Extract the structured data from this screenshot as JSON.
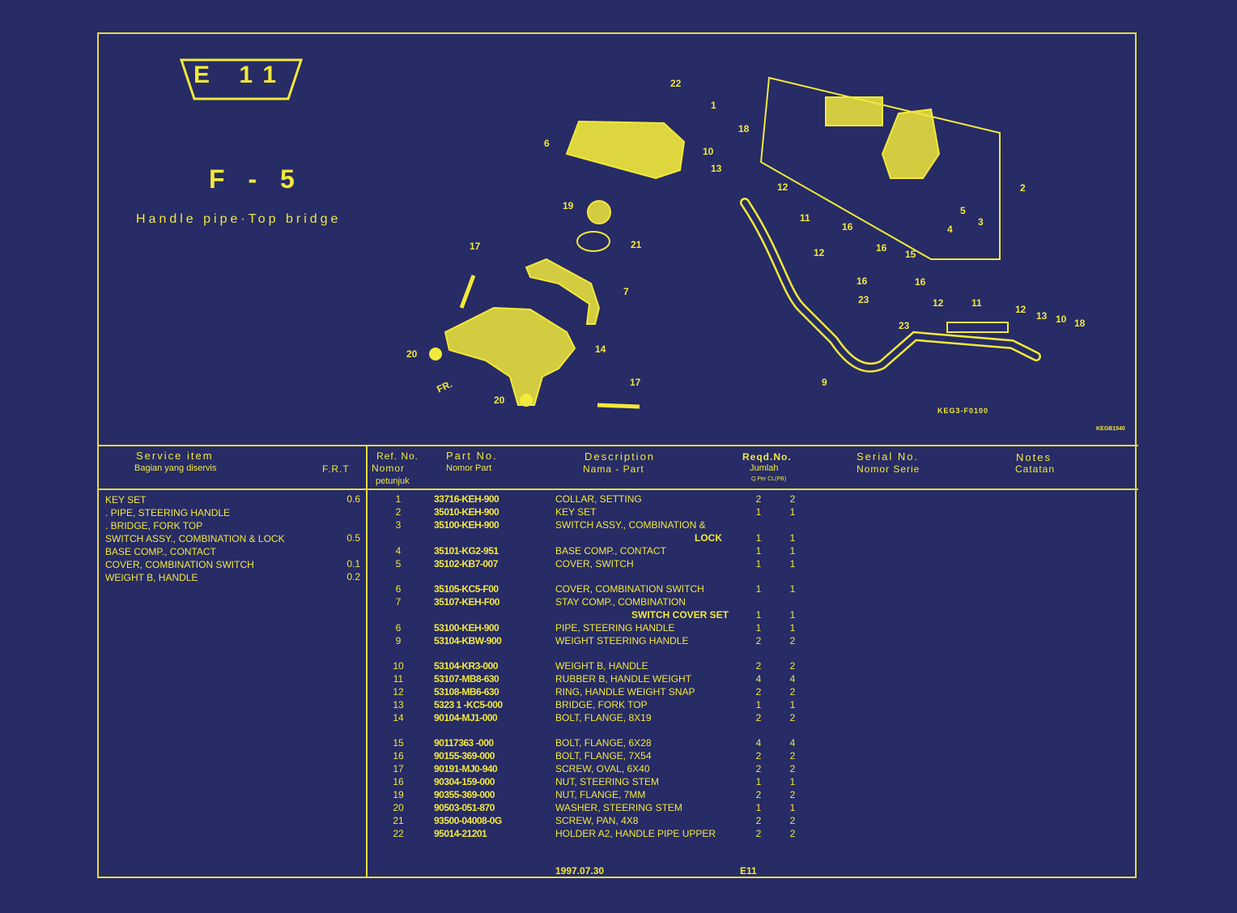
{
  "page": {
    "code": "E 11",
    "figure": "F - 5",
    "subtitle": "Handle pipe·Top bridge",
    "diagram_code": "KEG3-F0100",
    "diagram_code2": "KEGB1540"
  },
  "diagram": {
    "callouts": [
      "22",
      "1",
      "18",
      "10",
      "13",
      "12",
      "11",
      "2",
      "5",
      "3",
      "4",
      "6",
      "19",
      "21",
      "17",
      "7",
      "14",
      "20",
      "16",
      "15",
      "23",
      "9",
      "FR."
    ]
  },
  "header": {
    "service_item": "Service item",
    "service_item_id": "Bagian yang diservis",
    "frt": "F.R.T",
    "ref_no": "Ref. No.",
    "ref_no_id": "Nomor",
    "ref_no_id2": "petunjuk",
    "part_no": "Part No.",
    "part_no_id": "Nomor Part",
    "description": "Description",
    "description_id": "Nama - Part",
    "reqd_no": "Reqd.No.",
    "reqd_no_id": "Jumlah",
    "reqd_sub": "Q.Per  CL(PB)",
    "serial_no": "Serial No.",
    "serial_no_id": "Nomor Serie",
    "notes": "Notes",
    "notes_id": "Catatan"
  },
  "service_items": [
    {
      "name": "KEY SET",
      "frt": "0.6"
    },
    {
      "name": ". PIPE, STEERING HANDLE",
      "frt": ""
    },
    {
      "name": ". BRIDGE, FORK TOP",
      "frt": ""
    },
    {
      "name": "SWITCH ASSY., COMBINATION & LOCK",
      "frt": "0.5"
    },
    {
      "name": "BASE COMP., CONTACT",
      "frt": ""
    },
    {
      "name": "COVER, COMBINATION SWITCH",
      "frt": "0.1"
    },
    {
      "name": "WEIGHT B, HANDLE",
      "frt": "0.2"
    }
  ],
  "parts": [
    {
      "ref": "1",
      "part": "33716-KEH-900",
      "desc": "COLLAR, SETTING",
      "q1": "2",
      "q2": "2"
    },
    {
      "ref": "2",
      "part": "35010-KEH-900",
      "desc": "KEY SET",
      "q1": "1",
      "q2": "1"
    },
    {
      "ref": "3",
      "part": "35100-KEH-900",
      "desc": "SWITCH ASSY., COMBINATION &",
      "q1": "",
      "q2": ""
    },
    {
      "ref": "",
      "part": "",
      "desc": "LOCK",
      "q1": "1",
      "q2": "1"
    },
    {
      "ref": "4",
      "part": "35101-KG2-951",
      "desc": "BASE COMP., CONTACT",
      "q1": "1",
      "q2": "1"
    },
    {
      "ref": "5",
      "part": "35102-KB7-007",
      "desc": "COVER, SWITCH",
      "q1": "1",
      "q2": "1"
    },
    {
      "ref": "6",
      "part": "35105-KC5-F00",
      "desc": "COVER, COMBINATION SWITCH",
      "q1": "1",
      "q2": "1"
    },
    {
      "ref": "7",
      "part": "35107-KEH-F00",
      "desc": "STAY COMP., COMBINATION",
      "q1": "",
      "q2": ""
    },
    {
      "ref": "",
      "part": "",
      "desc": "SWITCH COVER SET",
      "q1": "1",
      "q2": "1"
    },
    {
      "ref": "6",
      "part": "53100-KEH-900",
      "desc": "PIPE, STEERING HANDLE",
      "q1": "1",
      "q2": "1"
    },
    {
      "ref": "9",
      "part": "53104-KBW-900",
      "desc": "WEIGHT STEERING HANDLE",
      "q1": "2",
      "q2": "2"
    },
    {
      "ref": "10",
      "part": "53104-KR3-000",
      "desc": "WEIGHT B, HANDLE",
      "q1": "2",
      "q2": "2"
    },
    {
      "ref": "11",
      "part": "53107-MB8-630",
      "desc": "RUBBER B, HANDLE WEIGHT",
      "q1": "4",
      "q2": "4"
    },
    {
      "ref": "12",
      "part": "53108-MB6-630",
      "desc": "RING, HANDLE WEIGHT SNAP",
      "q1": "2",
      "q2": "2"
    },
    {
      "ref": "13",
      "part": "5323 1 -KC5-000",
      "desc": "BRIDGE, FORK TOP",
      "q1": "1",
      "q2": "1"
    },
    {
      "ref": "14",
      "part": "90104-MJ1-000",
      "desc": "BOLT, FLANGE, 8X19",
      "q1": "2",
      "q2": "2"
    },
    {
      "ref": "15",
      "part": "90117363 -000",
      "desc": "BOLT, FLANGE, 6X28",
      "q1": "4",
      "q2": "4"
    },
    {
      "ref": "16",
      "part": "90155-369-000",
      "desc": "BOLT, FLANGE, 7X54",
      "q1": "2",
      "q2": "2"
    },
    {
      "ref": "17",
      "part": "90191-MJ0-940",
      "desc": "SCREW, OVAL, 6X40",
      "q1": "2",
      "q2": "2"
    },
    {
      "ref": "16",
      "part": "90304-159-000",
      "desc": "NUT, STEERING STEM",
      "q1": "1",
      "q2": "1"
    },
    {
      "ref": "19",
      "part": "90355-369-000",
      "desc": "NUT, FLANGE, 7MM",
      "q1": "2",
      "q2": "2"
    },
    {
      "ref": "20",
      "part": "90503-051-870",
      "desc": "WASHER, STEERING STEM",
      "q1": "1",
      "q2": "1"
    },
    {
      "ref": "21",
      "part": "93500-04008-0G",
      "desc": "SCREW, PAN, 4X8",
      "q1": "2",
      "q2": "2"
    },
    {
      "ref": "22",
      "part": "95014-21201",
      "desc": "HOLDER A2, HANDLE PIPE UPPER",
      "q1": "2",
      "q2": "2"
    }
  ],
  "footer": {
    "date": "1997.07.30",
    "code": "E11"
  }
}
